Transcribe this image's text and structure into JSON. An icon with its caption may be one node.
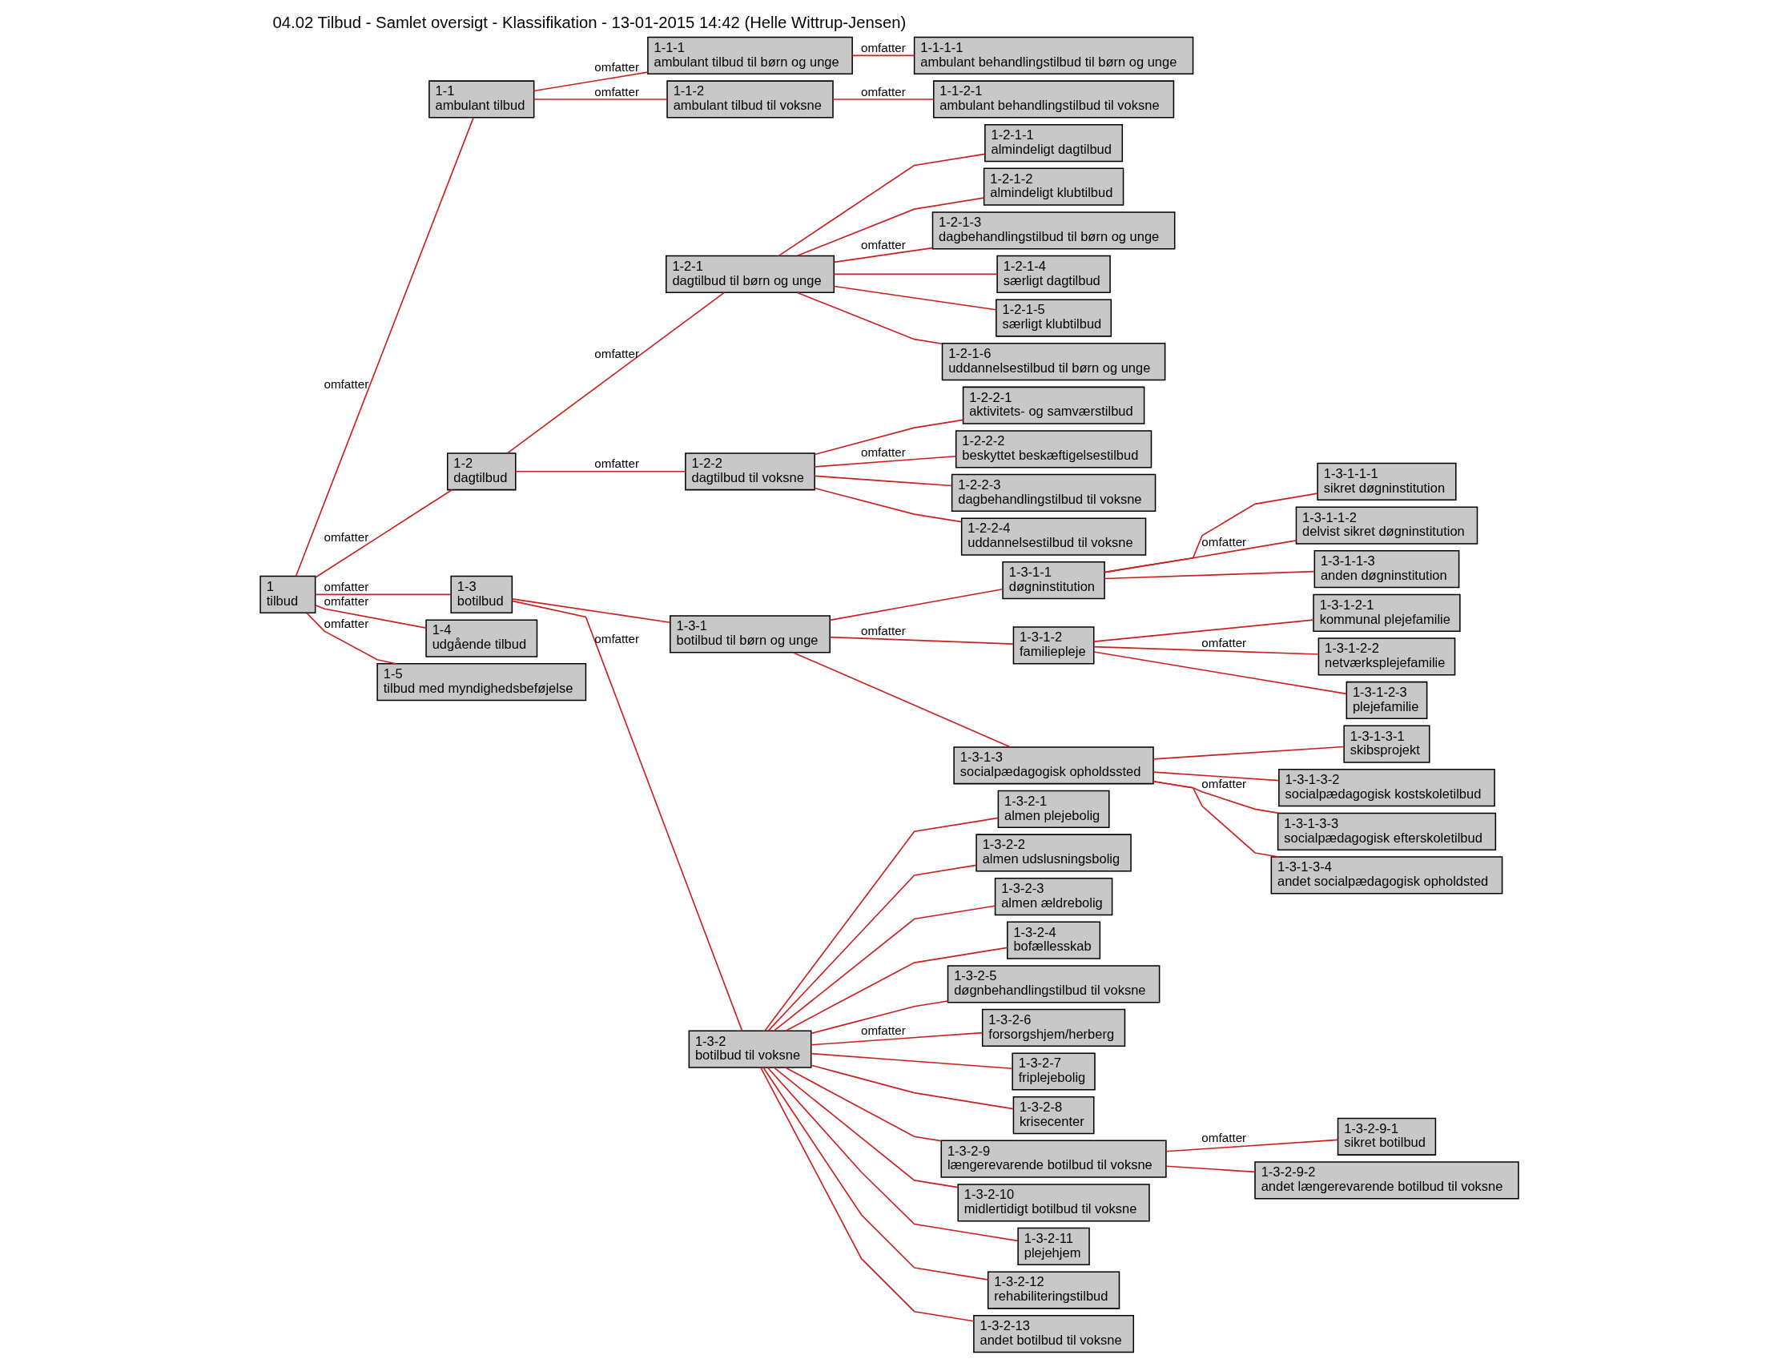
{
  "diagram": {
    "title": "04.02 Tilbud - Samlet oversigt - Klassifikation - 13-01-2015 14:42 (Helle Wittrup-Jensen)",
    "nodes": [
      {
        "text": [
          "1",
          "tilbud"
        ]
      },
      {
        "text": [
          "1-1",
          "ambulant tilbud"
        ]
      },
      {
        "text": [
          "1-1-1",
          "ambulant tilbud til børn og unge"
        ]
      },
      {
        "text": [
          "1-1-1-1",
          "ambulant behandlingstilbud til børn og unge"
        ]
      },
      {
        "text": [
          "1-1-2",
          "ambulant tilbud til voksne"
        ]
      },
      {
        "text": [
          "1-1-2-1",
          "ambulant behandlingstilbud til voksne"
        ]
      },
      {
        "text": [
          "1-2",
          "dagtilbud"
        ]
      },
      {
        "text": [
          "1-2-1",
          "dagtilbud til børn og unge"
        ]
      },
      {
        "text": [
          "1-2-1-1",
          "almindeligt dagtilbud"
        ]
      },
      {
        "text": [
          "1-2-1-2",
          "almindeligt klubtilbud"
        ]
      },
      {
        "text": [
          "1-2-1-3",
          "dagbehandlingstilbud til børn og unge"
        ]
      },
      {
        "text": [
          "1-2-1-4",
          "særligt dagtilbud"
        ]
      },
      {
        "text": [
          "1-2-1-5",
          "særligt klubtilbud"
        ]
      },
      {
        "text": [
          "1-2-1-6",
          "uddannelsestilbud til børn og unge"
        ]
      },
      {
        "text": [
          "1-2-2",
          "dagtilbud til voksne"
        ]
      },
      {
        "text": [
          "1-2-2-1",
          "aktivitets- og samværstilbud"
        ]
      },
      {
        "text": [
          "1-2-2-2",
          "beskyttet beskæftigelsestilbud"
        ]
      },
      {
        "text": [
          "1-2-2-3",
          "dagbehandlingstilbud til voksne"
        ]
      },
      {
        "text": [
          "1-2-2-4",
          "uddannelsestilbud til voksne"
        ]
      },
      {
        "text": [
          "1-3",
          "botilbud"
        ]
      },
      {
        "text": [
          "1-3-1",
          "botilbud til børn og unge"
        ]
      },
      {
        "text": [
          "1-3-1-1",
          "døgninstitution"
        ]
      },
      {
        "text": [
          "1-3-1-2",
          "familiepleje"
        ]
      },
      {
        "text": [
          "1-3-1-3",
          "socialpædagogisk opholdssted"
        ]
      },
      {
        "text": [
          "1-3-1-1-1",
          "sikret døgninstitution"
        ]
      },
      {
        "text": [
          "1-3-1-1-2",
          "delvist sikret døgninstitution"
        ]
      },
      {
        "text": [
          "1-3-1-1-3",
          "anden døgninstitution"
        ]
      },
      {
        "text": [
          "1-3-1-2-1",
          "kommunal plejefamilie"
        ]
      },
      {
        "text": [
          "1-3-1-2-2",
          "netværksplejefamilie"
        ]
      },
      {
        "text": [
          "1-3-1-2-3",
          "plejefamilie"
        ]
      },
      {
        "text": [
          "1-3-1-3-1",
          "skibsprojekt"
        ]
      },
      {
        "text": [
          "1-3-1-3-2",
          "socialpædagogisk kostskoletilbud"
        ]
      },
      {
        "text": [
          "1-3-1-3-3",
          "socialpædagogisk efterskoletilbud"
        ]
      },
      {
        "text": [
          "1-3-1-3-4",
          "andet socialpædagogisk opholdsted"
        ]
      },
      {
        "text": [
          "1-3-2",
          "botilbud til voksne"
        ]
      },
      {
        "text": [
          "1-3-2-1",
          "almen plejebolig"
        ]
      },
      {
        "text": [
          "1-3-2-2",
          "almen udslusningsbolig"
        ]
      },
      {
        "text": [
          "1-3-2-3",
          "almen ældrebolig"
        ]
      },
      {
        "text": [
          "1-3-2-4",
          "bofællesskab"
        ]
      },
      {
        "text": [
          "1-3-2-5",
          "døgnbehandlingstilbud til voksne"
        ]
      },
      {
        "text": [
          "1-3-2-6",
          "forsorgshjem/herberg"
        ]
      },
      {
        "text": [
          "1-3-2-7",
          "friplejebolig"
        ]
      },
      {
        "text": [
          "1-3-2-8",
          "krisecenter"
        ]
      },
      {
        "text": [
          "1-3-2-9",
          "længerevarende botilbud til voksne"
        ]
      },
      {
        "text": [
          "1-3-2-10",
          "midlertidigt botilbud til voksne"
        ]
      },
      {
        "text": [
          "1-3-2-11",
          "plejehjem"
        ]
      },
      {
        "text": [
          "1-3-2-12",
          "rehabiliteringstilbud"
        ]
      },
      {
        "text": [
          "1-3-2-13",
          "andet botilbud til voksne"
        ]
      },
      {
        "text": [
          "1-3-2-9-1",
          "sikret botilbud"
        ]
      },
      {
        "text": [
          "1-3-2-9-2",
          "andet længerevarende botilbud til voksne"
        ]
      },
      {
        "text": [
          "1-4",
          "udgående tilbud"
        ]
      },
      {
        "text": [
          "1-5",
          "tilbud med myndighedsbeføjelse"
        ]
      }
    ],
    "edges": [
      {
        "from": 0,
        "to": 1,
        "arrow": "none",
        "label": "omfatter"
      },
      {
        "from": 1,
        "to": 2,
        "arrow": "none",
        "label": "omfatter"
      },
      {
        "from": 2,
        "to": 3,
        "arrow": "none",
        "label": "omfatter"
      },
      {
        "from": 1,
        "to": 4,
        "arrow": "none",
        "label": "omfatter"
      },
      {
        "from": 4,
        "to": 5,
        "arrow": "none",
        "label": "omfatter"
      },
      {
        "from": 0,
        "to": 6,
        "arrow": "none",
        "label": "omfatter"
      },
      {
        "from": 6,
        "to": 7,
        "arrow": "none",
        "label": "omfatter"
      },
      {
        "from": 7,
        "to": 8,
        "arrow": "none"
      },
      {
        "from": 7,
        "to": 9,
        "arrow": "none"
      },
      {
        "from": 7,
        "to": 10,
        "arrow": "none",
        "label": "omfatter"
      },
      {
        "from": 7,
        "to": 11,
        "arrow": "none"
      },
      {
        "from": 7,
        "to": 12,
        "arrow": "none"
      },
      {
        "from": 7,
        "to": 13,
        "arrow": "none"
      },
      {
        "from": 6,
        "to": 14,
        "arrow": "none",
        "label": "omfatter"
      },
      {
        "from": 14,
        "to": 15,
        "arrow": "none"
      },
      {
        "from": 14,
        "to": 16,
        "arrow": "none",
        "label": "omfatter"
      },
      {
        "from": 14,
        "to": 17,
        "arrow": "none"
      },
      {
        "from": 14,
        "to": 18,
        "arrow": "none"
      },
      {
        "from": 0,
        "to": 19,
        "arrow": "none",
        "label": "omfatter"
      },
      {
        "from": 19,
        "to": 20,
        "arrow": "none"
      },
      {
        "from": 20,
        "to": 21,
        "arrow": "none"
      },
      {
        "from": 20,
        "to": 22,
        "arrow": "none",
        "label": "omfatter"
      },
      {
        "from": 20,
        "to": 23,
        "arrow": "none"
      },
      {
        "from": 21,
        "to": 24,
        "arrow": "none"
      },
      {
        "from": 21,
        "to": 25,
        "arrow": "none",
        "label": "omfatter"
      },
      {
        "from": 21,
        "to": 26,
        "arrow": "none"
      },
      {
        "from": 22,
        "to": 27,
        "arrow": "none"
      },
      {
        "from": 22,
        "to": 28,
        "arrow": "none",
        "label": "omfatter"
      },
      {
        "from": 22,
        "to": 29,
        "arrow": "none"
      },
      {
        "from": 23,
        "to": 30,
        "arrow": "none"
      },
      {
        "from": 23,
        "to": 31,
        "arrow": "none"
      },
      {
        "from": 23,
        "to": 32,
        "arrow": "none",
        "label": "omfatter"
      },
      {
        "from": 23,
        "to": 33,
        "arrow": "none"
      },
      {
        "from": 19,
        "to": 34,
        "arrow": "none",
        "label": "omfatter"
      },
      {
        "from": 34,
        "to": 35,
        "arrow": "none"
      },
      {
        "from": 34,
        "to": 36,
        "arrow": "none"
      },
      {
        "from": 34,
        "to": 37,
        "arrow": "none"
      },
      {
        "from": 34,
        "to": 38,
        "arrow": "none"
      },
      {
        "from": 34,
        "to": 39,
        "arrow": "none"
      },
      {
        "from": 34,
        "to": 40,
        "arrow": "none",
        "label": "omfatter"
      },
      {
        "from": 34,
        "to": 41,
        "arrow": "none"
      },
      {
        "from": 34,
        "to": 42,
        "arrow": "none"
      },
      {
        "from": 34,
        "to": 43,
        "arrow": "none"
      },
      {
        "from": 34,
        "to": 44,
        "arrow": "none"
      },
      {
        "from": 34,
        "to": 45,
        "arrow": "none"
      },
      {
        "from": 34,
        "to": 46,
        "arrow": "none"
      },
      {
        "from": 34,
        "to": 47,
        "arrow": "none"
      },
      {
        "from": 43,
        "to": 48,
        "arrow": "none",
        "label": "omfatter"
      },
      {
        "from": 43,
        "to": 49,
        "arrow": "none"
      },
      {
        "from": 0,
        "to": 50,
        "arrow": "none",
        "label": "omfatter"
      },
      {
        "from": 0,
        "to": 51,
        "arrow": "none",
        "label": "omfatter"
      }
    ]
  }
}
